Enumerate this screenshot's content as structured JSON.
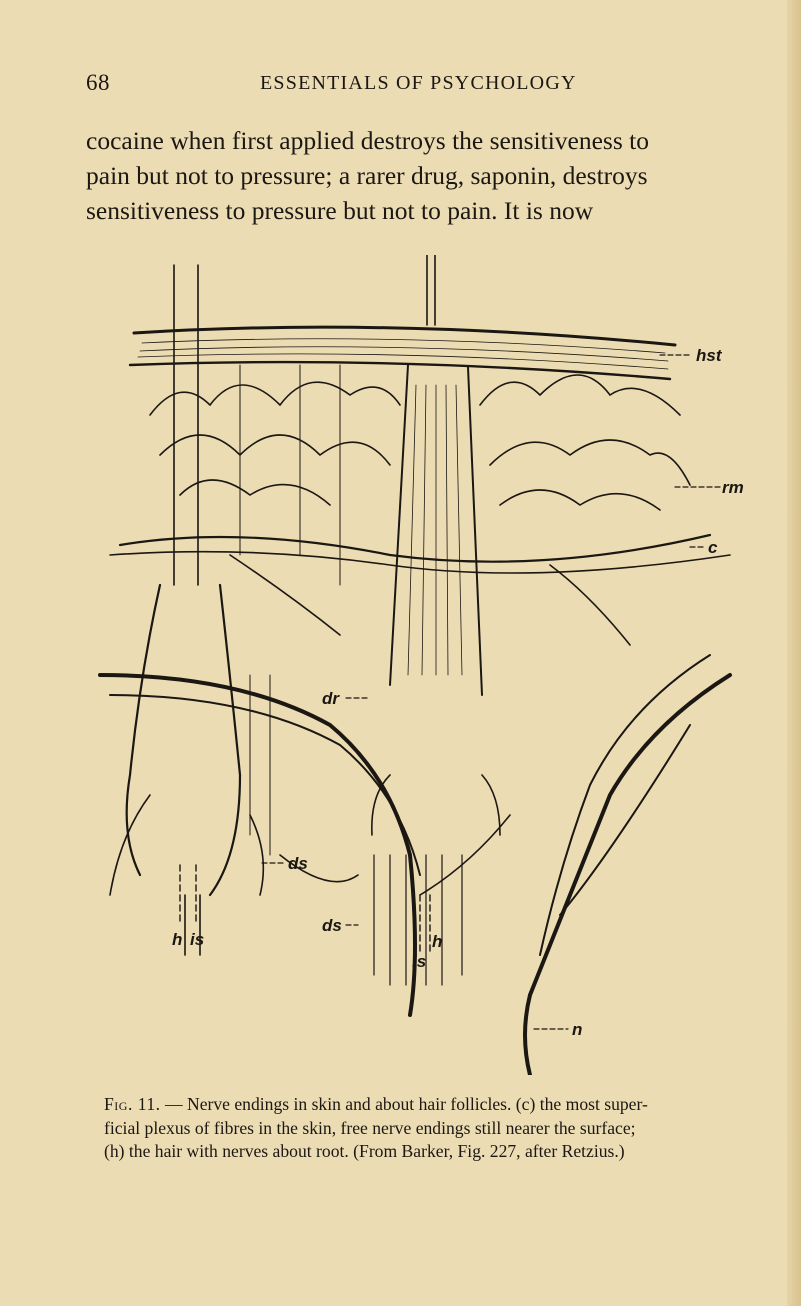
{
  "header": {
    "page_number": "68",
    "running_title": "ESSENTIALS OF PSYCHOLOGY"
  },
  "body": {
    "lines": [
      "cocaine when first applied destroys the sensitiveness to",
      "pain but not to pressure; a rarer drug, saponin, destroys",
      "sensitiveness to pressure but not to pain. It is now"
    ]
  },
  "figure": {
    "labels": {
      "hst": "hst",
      "rm": "rm",
      "c": "c",
      "dr": "dr",
      "ds_right_of_left": "ds",
      "ds_center": "ds",
      "h_left": "h",
      "is_left": "is",
      "h_center": "h",
      "is_center": "is",
      "n": "n"
    },
    "colors": {
      "ink": "#1b1712",
      "paper": "#ecdcb4"
    }
  },
  "caption": {
    "fig_prefix": "Fig. 11.",
    "line1_rest": " — Nerve endings in skin and about hair follicles. (c) the most super-",
    "line2": "ficial plexus of fibres in the skin, free nerve endings still nearer the surface;",
    "line3": "(h) the hair with nerves about root. (From Barker, Fig. 227, after Retzius.)"
  }
}
